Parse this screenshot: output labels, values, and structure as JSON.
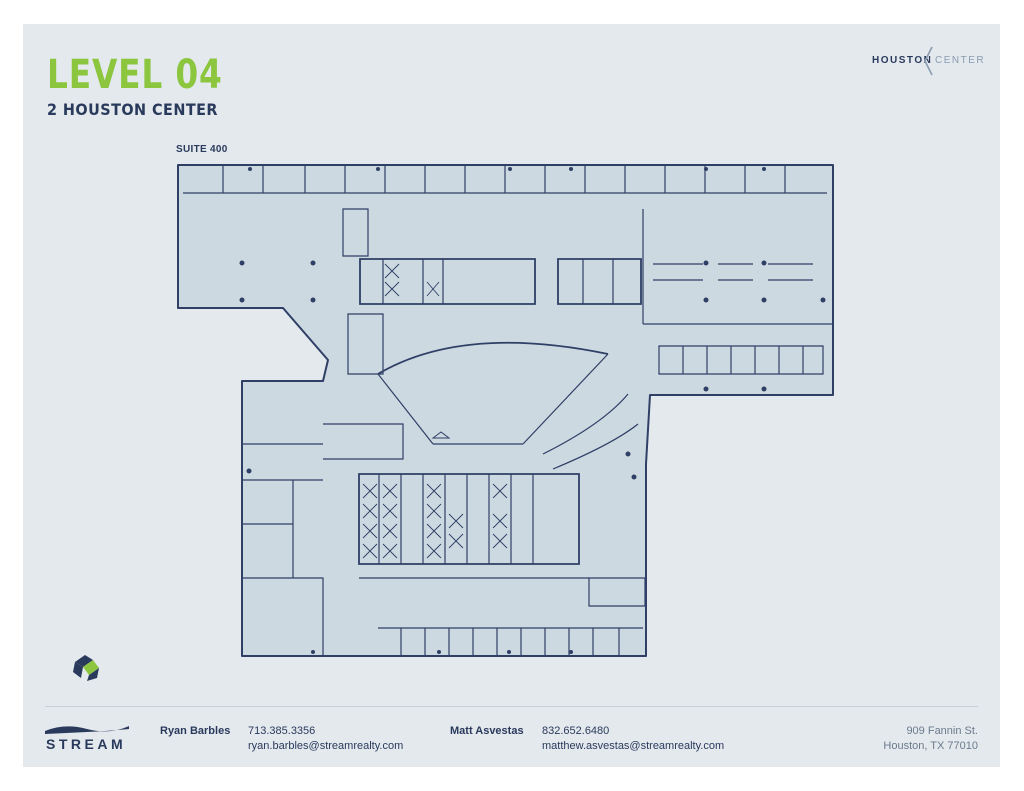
{
  "header": {
    "level": "LEVEL 04",
    "building": "2 HOUSTON CENTER"
  },
  "brand_logo": {
    "word1": "HOUSTON",
    "word2": "CENTER",
    "icon": "chevron-bracket-icon"
  },
  "plan": {
    "suite_label": "SUITE 400",
    "icon": "floor-plan-icon",
    "colors": {
      "fill": "#cdd9e1",
      "line": "#2f3f66"
    }
  },
  "badge": {
    "icon": "n-compass-badge-icon"
  },
  "footer": {
    "company": "STREAM",
    "contacts": [
      {
        "name": "Ryan Barbles",
        "phone": "713.385.3356",
        "email": "ryan.barbles@streamrealty.com"
      },
      {
        "name": "Matt Asvestas",
        "phone": "832.652.6480",
        "email": "matthew.asvestas@streamrealty.com"
      }
    ],
    "address": {
      "line1": "909 Fannin St.",
      "line2": "Houston, TX 77010"
    }
  },
  "colors": {
    "accent": "#8cc63f",
    "navy": "#2a3a5c",
    "background": "#e4e9ee"
  }
}
